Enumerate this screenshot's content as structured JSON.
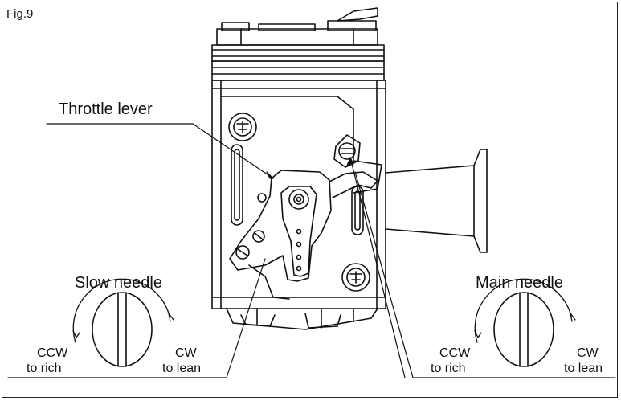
{
  "figure_label": "Fig.9",
  "labels": {
    "throttle_lever": "Throttle lever",
    "slow_needle": "Slow needle",
    "main_needle": "Main needle",
    "slow_ccw_line1": "CCW",
    "slow_ccw_line2": "to rich",
    "slow_cw_line1": "CW",
    "slow_cw_line2": "to lean",
    "main_ccw_line1": "CCW",
    "main_ccw_line2": "to rich",
    "main_cw_line1": "CW",
    "main_cw_line2": "to lean"
  },
  "colors": {
    "ink": "#111111",
    "paper": "#ffffff"
  }
}
